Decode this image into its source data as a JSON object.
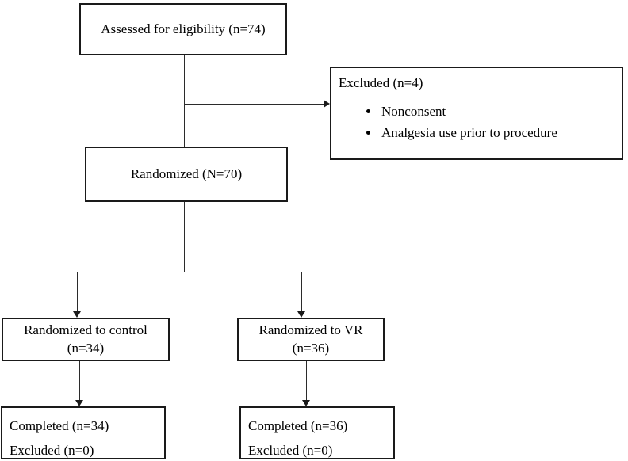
{
  "diagram": {
    "kind": "consort-participant-flowchart",
    "boxes": {
      "assessed": {
        "label": "Assessed for eligibility (n=74)"
      },
      "excluded": {
        "title": "Excluded (n=4)",
        "bullets": [
          "Nonconsent",
          "Analgesia use prior to procedure"
        ]
      },
      "randomized": {
        "label": "Randomized (N=70)"
      },
      "control": {
        "line1": "Randomized to control",
        "line2": "(n=34)"
      },
      "vr": {
        "line1": "Randomized to VR",
        "line2": "(n=36)"
      },
      "completed_control": {
        "line1": "Completed (n=34)",
        "line2": "Excluded (n=0)"
      },
      "completed_vr": {
        "line1": "Completed (n=36)",
        "line2": "Excluded (n=0)"
      }
    },
    "colors": {
      "box_border": "#1a1a1a",
      "connector": "#2b2b2b",
      "background": "#ffffff",
      "text": "#000000"
    }
  }
}
